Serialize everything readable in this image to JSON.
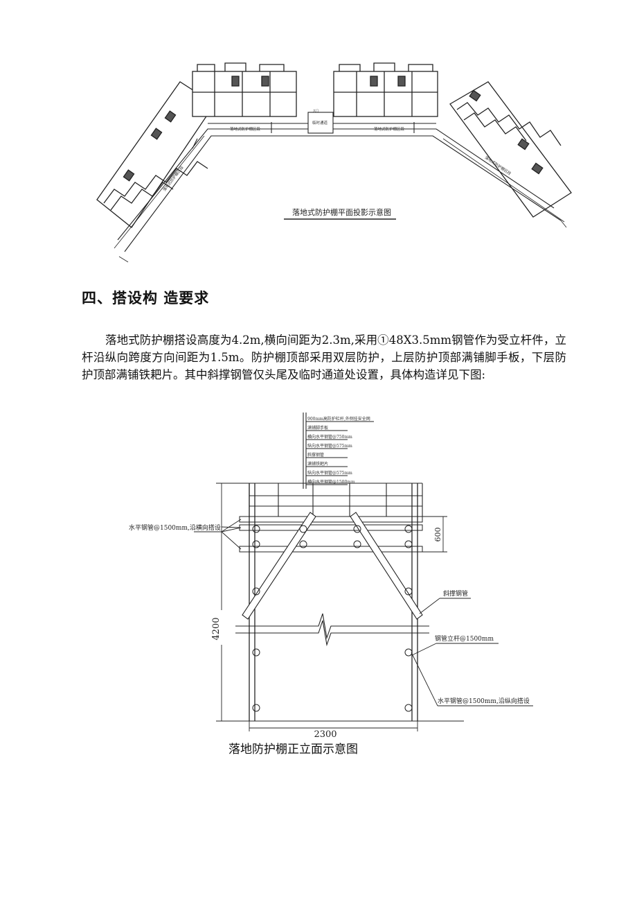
{
  "plan": {
    "title": "落地式防护棚平面投影示意图",
    "label_left_top": "落地式防护棚区段",
    "label_center": "临时通道",
    "label_right_top": "落地式防护棚区段",
    "label_left_slope": "落地式防护棚区段",
    "label_right_slope": "落地式防护棚区段",
    "gate_label": "大门"
  },
  "section": {
    "heading": "四、搭设构  造要求",
    "paragraph": "落地式防护棚搭设高度为4.2m,横向间距为2.3m,采用①48X3.5mm钢管作为受立杆件，立杆沿纵向跨度方向间距为1.5m。防护棚顶部采用双层防护，上层防护顶部满铺脚手板，下层防护顶部满铺铁耙片。其中斜撑钢管仅头尾及临时通道处设置，具体构造详见下图:"
  },
  "elevation": {
    "caption": "落地防护棚正立面示意图",
    "legend": [
      "900mm高防护栏杆,外侧挂安全网",
      "满铺脚手板",
      "横向水平钢管@750mm",
      "纵向水平钢管@575mm",
      "斜撑钢管",
      "满铺铁耙片",
      "纵向水平钢管@575mm",
      "横向水平钢管@1500mm"
    ],
    "label_horizontal_transverse": "水平钢管@1500mm,沿横向搭设",
    "label_brace": "斜撑钢管",
    "label_post": "钢管立杆@1500mm",
    "label_horizontal_longitudinal": "水平钢管@1500mm,沿纵向搭设",
    "dim_height": "4200",
    "dim_width": "2300",
    "dim_top": "600"
  }
}
